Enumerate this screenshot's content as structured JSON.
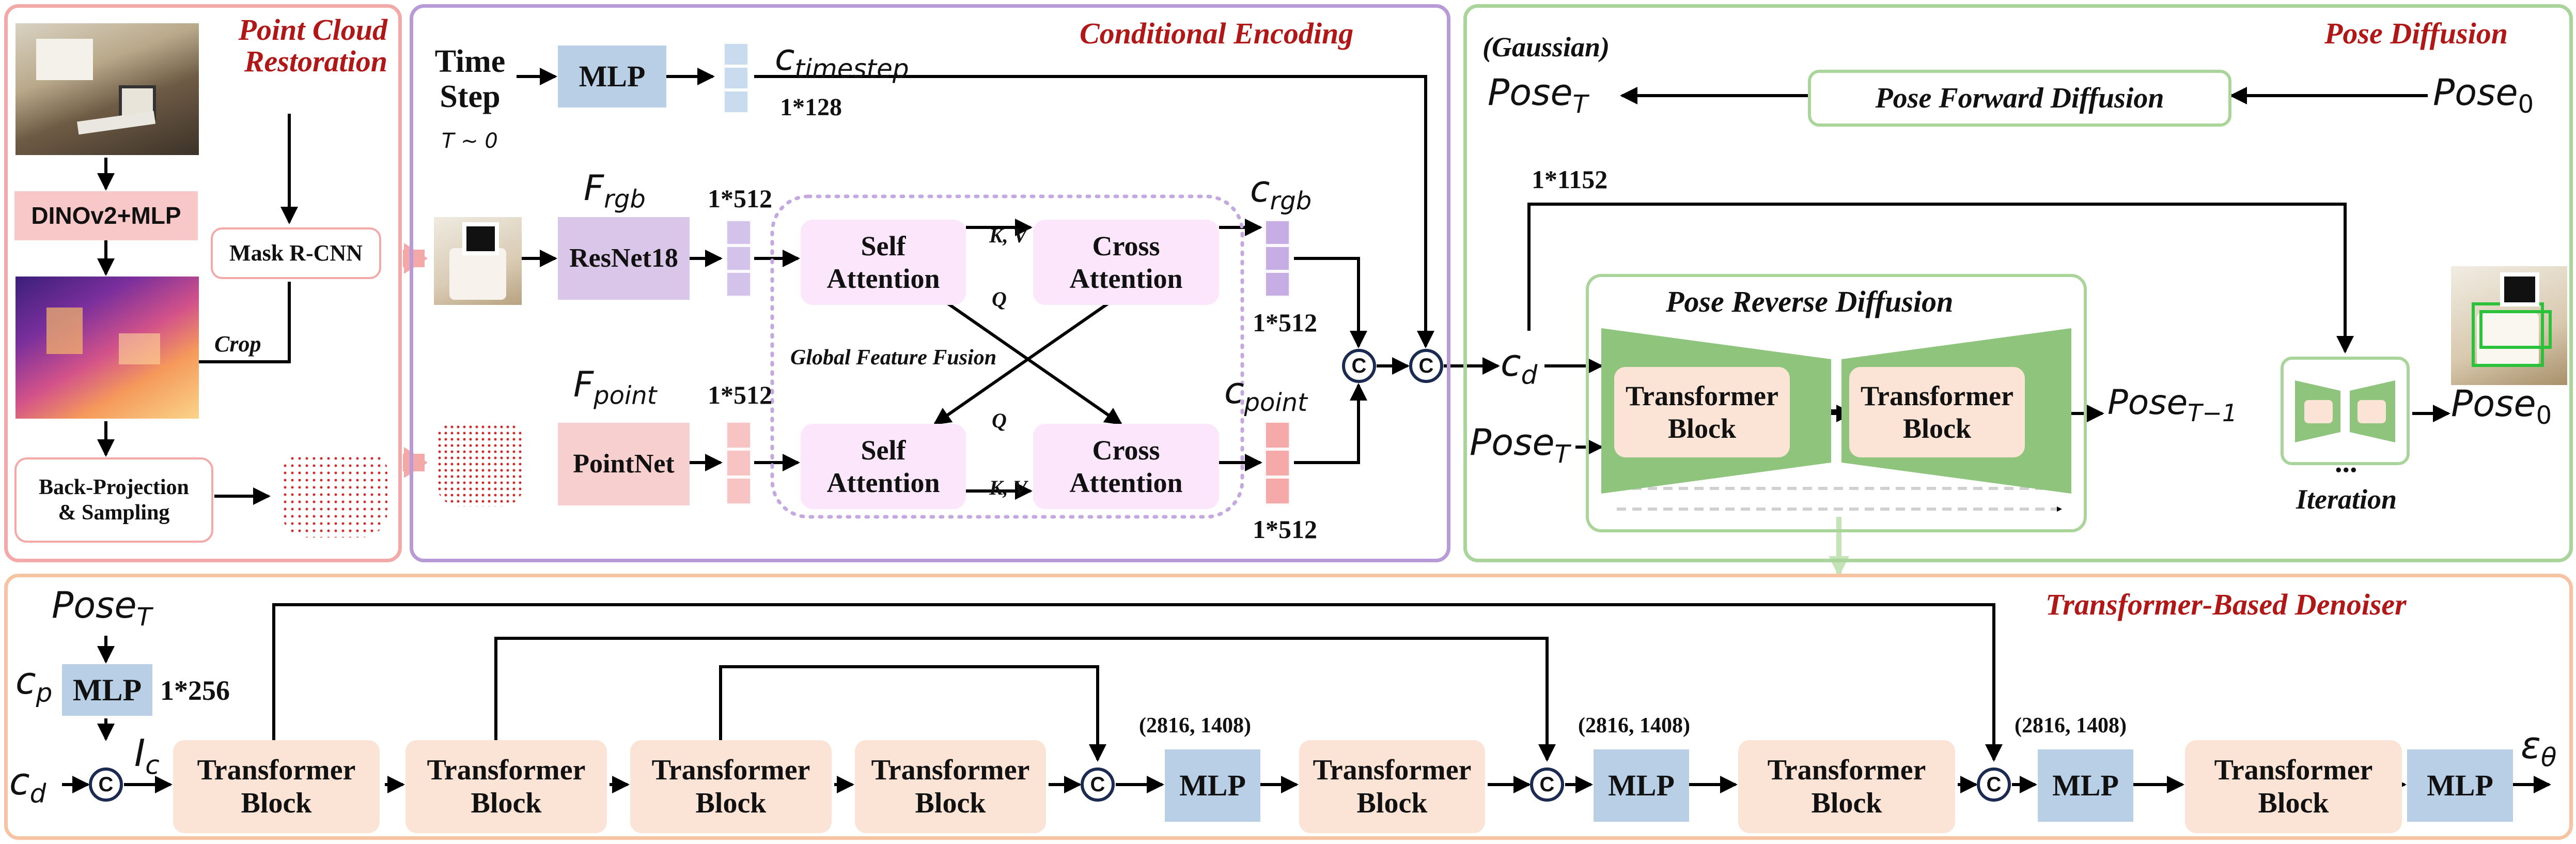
{
  "panels": {
    "restoration": "Point Cloud\nRestoration",
    "encoding": "Conditional Encoding",
    "diffusion": "Pose Diffusion",
    "denoiser": "Transformer-Based Denoiser"
  },
  "restoration": {
    "dino": "DINOv2+MLP",
    "maskrcnn": "Mask R-CNN",
    "crop": "Crop",
    "backproj": "Back-Projection\n& Sampling"
  },
  "encoding": {
    "timestep": "Time\nStep",
    "timestep_range": "T ~ 0",
    "mlp": "MLP",
    "c_timestep": "c",
    "c_timestep_sub": "timestep",
    "dim_timestep": "1*128",
    "f_rgb": "F",
    "f_rgb_sub": "rgb",
    "resnet": "ResNet18",
    "dim_rgb_in": "1*512",
    "f_point": "F",
    "f_point_sub": "point",
    "pointnet": "PointNet",
    "dim_point_in": "1*512",
    "self_att_1": "Self\nAttention",
    "self_att_2": "Self\nAttention",
    "cross_att_1": "Cross\nAttention",
    "cross_att_2": "Cross\nAttention",
    "kv_top": "K, V",
    "q_top": "Q",
    "q_bottom": "Q",
    "kv_bottom": "K, V",
    "fusion": "Global Feature Fusion",
    "c_rgb": "c",
    "c_rgb_sub": "rgb",
    "dim_rgb_out": "1*512",
    "c_point": "c",
    "c_point_sub": "point",
    "dim_point_out": "1*512",
    "concat": "C"
  },
  "diffusion": {
    "gaussian": "(Gaussian)",
    "pose_T": "Pose",
    "pose_T_sub": "T",
    "forward": "Pose Forward Diffusion",
    "pose_0": "Pose",
    "pose_0_sub": "0",
    "dim_cd": "1*1152",
    "cd": "c",
    "cd_sub": "d",
    "pose_T_in": "Pose",
    "pose_T_in_sub": "T",
    "reverse": "Pose Reverse Diffusion",
    "tb_left": "Transformer\nBlock",
    "tb_right": "Transformer\nBlock",
    "pose_T1": "Pose",
    "pose_T1_sub": "T−1",
    "iteration_dots": "...",
    "iteration": "Iteration",
    "pose_0_out": "Pose",
    "pose_0_out_sub": "0"
  },
  "denoiser": {
    "pose_T": "Pose",
    "pose_T_sub": "T",
    "cp": "c",
    "cp_sub": "p",
    "mlp": "MLP",
    "dim": "1*256",
    "ic": "I",
    "ic_sub": "c",
    "cd": "c",
    "cd_sub": "d",
    "concat": "C",
    "tb1": "Transformer\nBlock",
    "tb2": "Transformer\nBlock",
    "tb3": "Transformer\nBlock",
    "tb4": "Transformer\nBlock",
    "tb5": "Transformer\nBlock",
    "tb6": "Transformer\nBlock",
    "tb7": "Transformer\nBlock",
    "mlp1": "MLP",
    "mlp2": "MLP",
    "mlp3": "MLP",
    "mlp4": "MLP",
    "shape1": "(2816, 1408)",
    "shape2": "(2816, 1408)",
    "shape3": "(2816, 1408)",
    "eps": "ε",
    "eps_sub": "θ"
  },
  "colors": {
    "restoration_border": "#f4a9a9",
    "encoding_border": "#b79ad6",
    "diffusion_border": "#a9d49a",
    "denoiser_border": "#f6c3a3",
    "title_red": "#b01818",
    "transformer_fill": "#fbe3d6",
    "mlp_fill": "#b8cfe6",
    "attention_fill": "#fbe6fb",
    "reverse_fill": "#8fc47c",
    "resnet_fill": "#d9c6e8",
    "pointnet_fill": "#f7cfcf",
    "dino_fill": "#f8c8c8",
    "concat_stroke": "#1a2a50"
  }
}
